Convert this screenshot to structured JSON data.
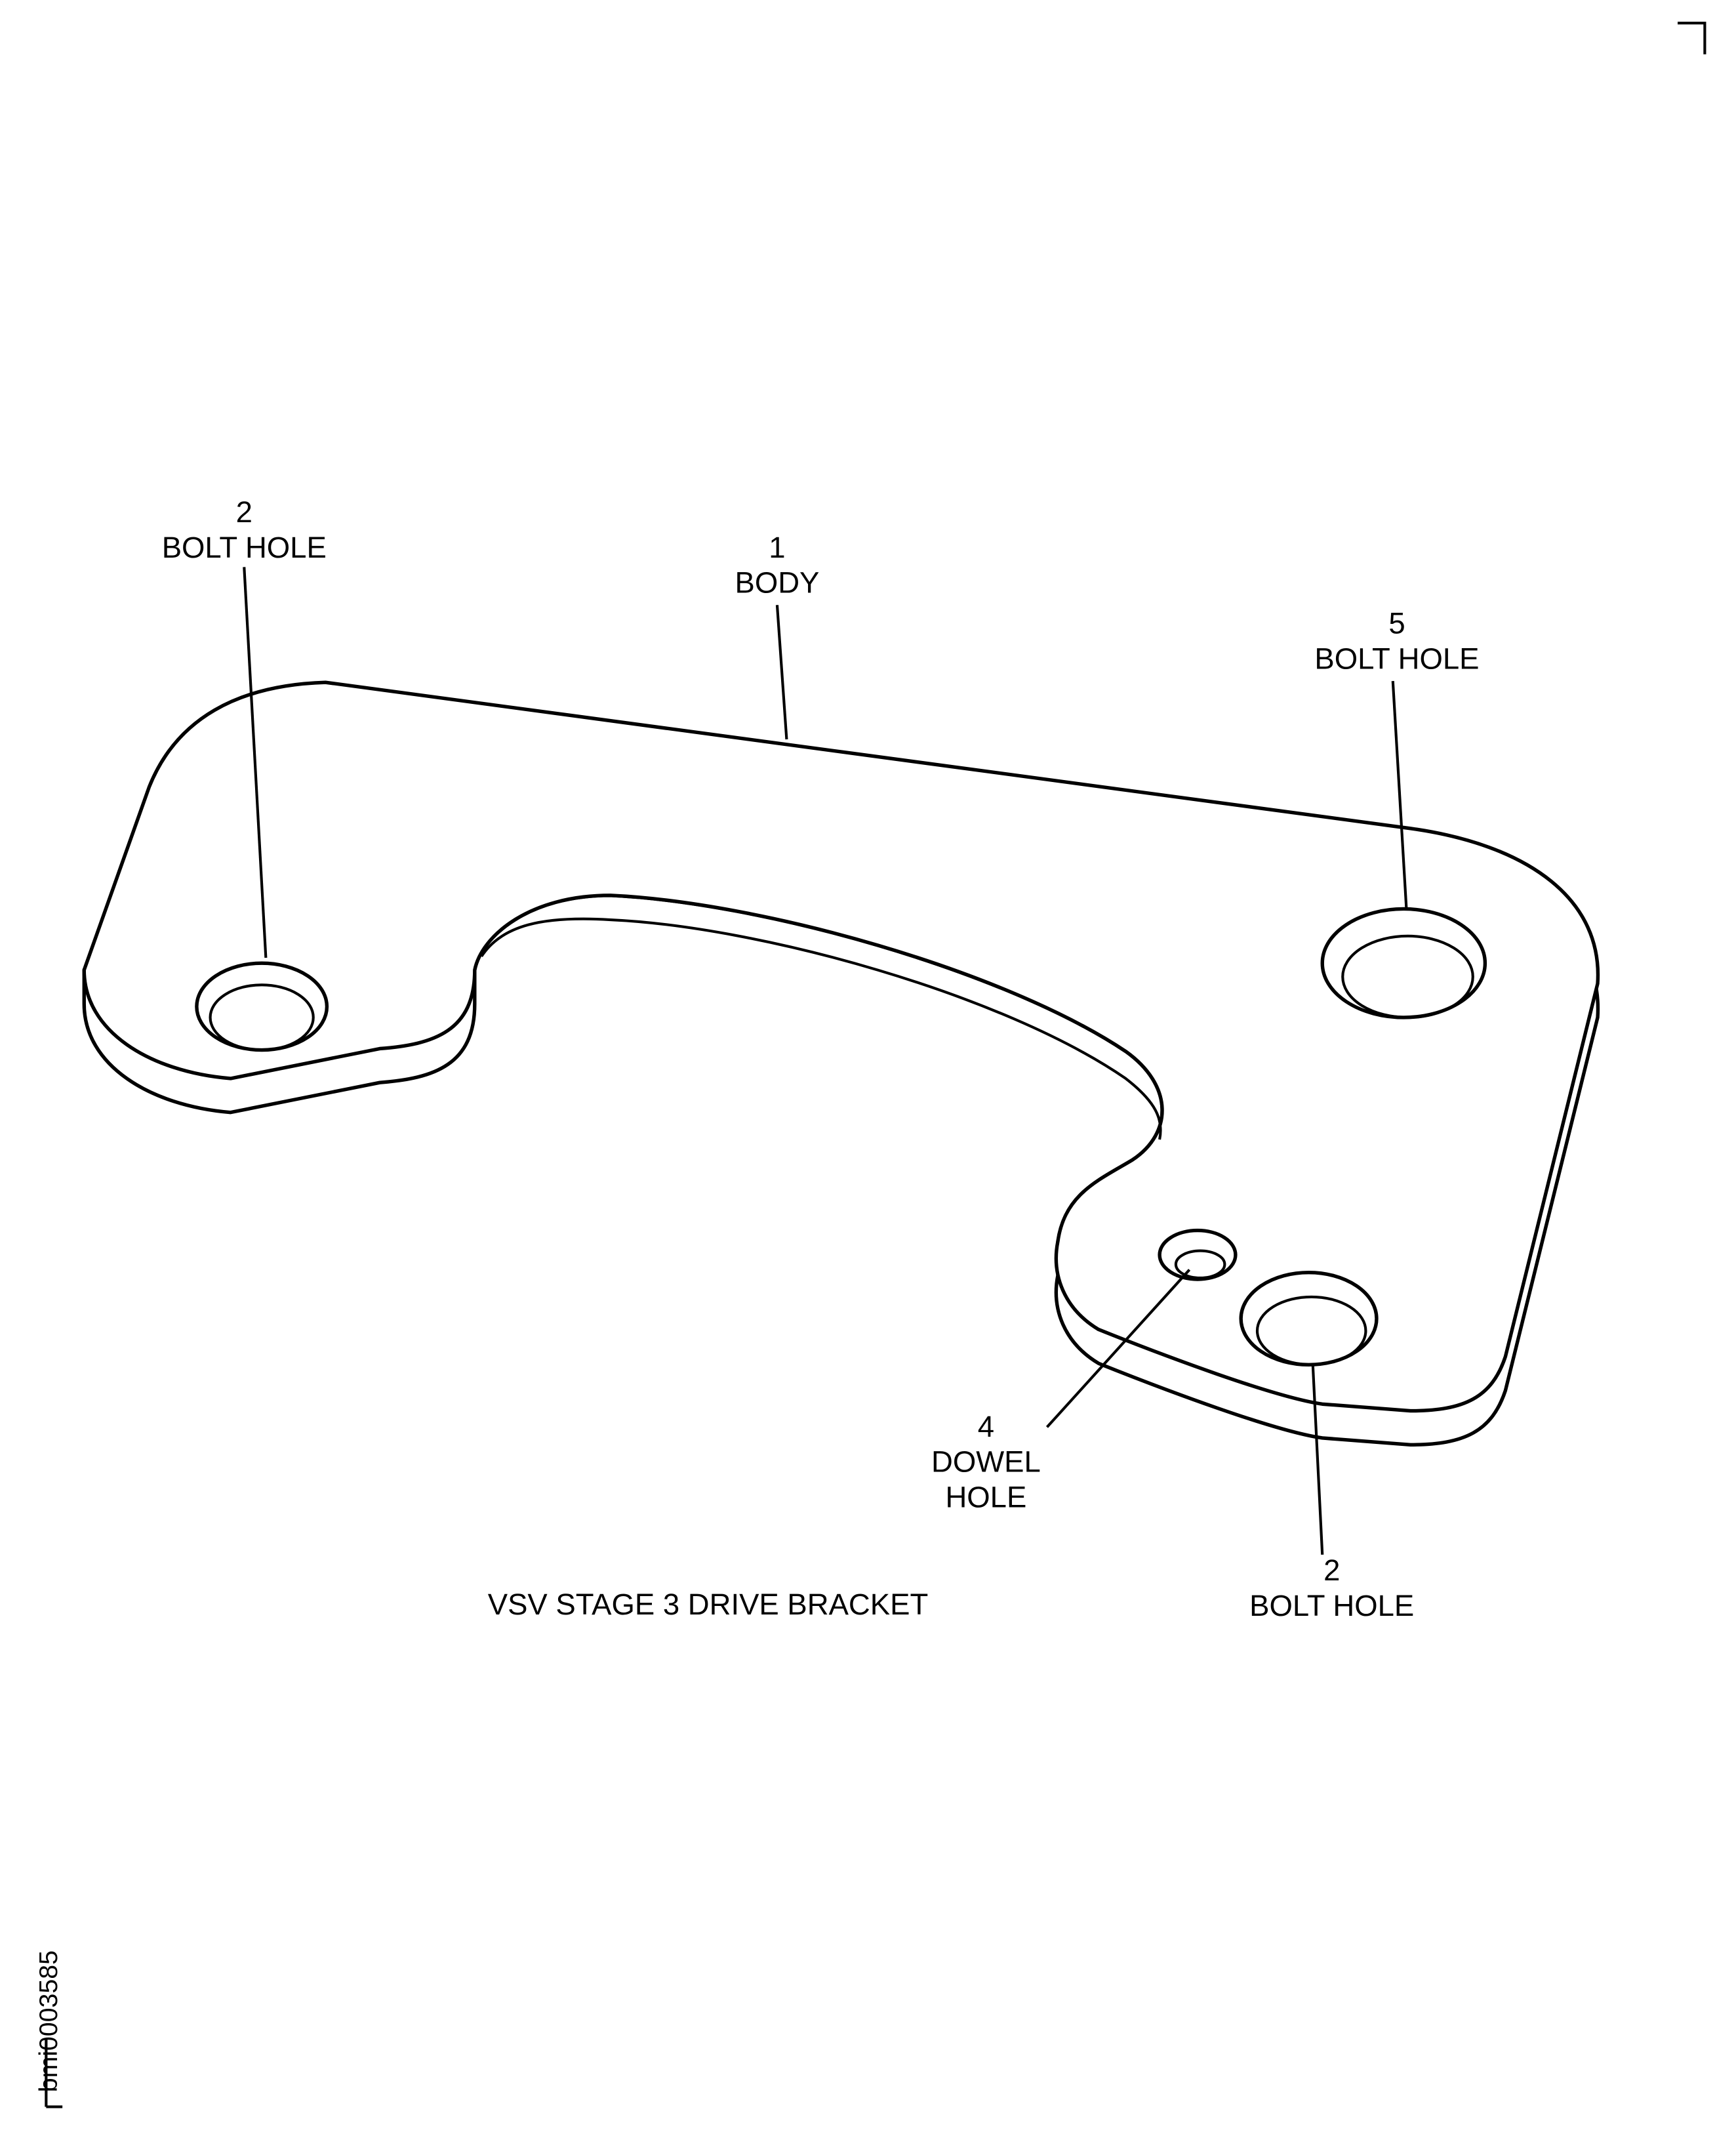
{
  "title": "VSV STAGE 3 DRIVE BRACKET",
  "figure_id": "bmi0003585",
  "callouts": [
    {
      "number": "2",
      "label": "BOLT HOLE"
    },
    {
      "number": "1",
      "label": "BODY"
    },
    {
      "number": "5",
      "label": "BOLT HOLE"
    },
    {
      "number": "4",
      "label_line1": "DOWEL",
      "label_line2": "HOLE"
    },
    {
      "number": "2",
      "label": "BOLT HOLE"
    }
  ]
}
